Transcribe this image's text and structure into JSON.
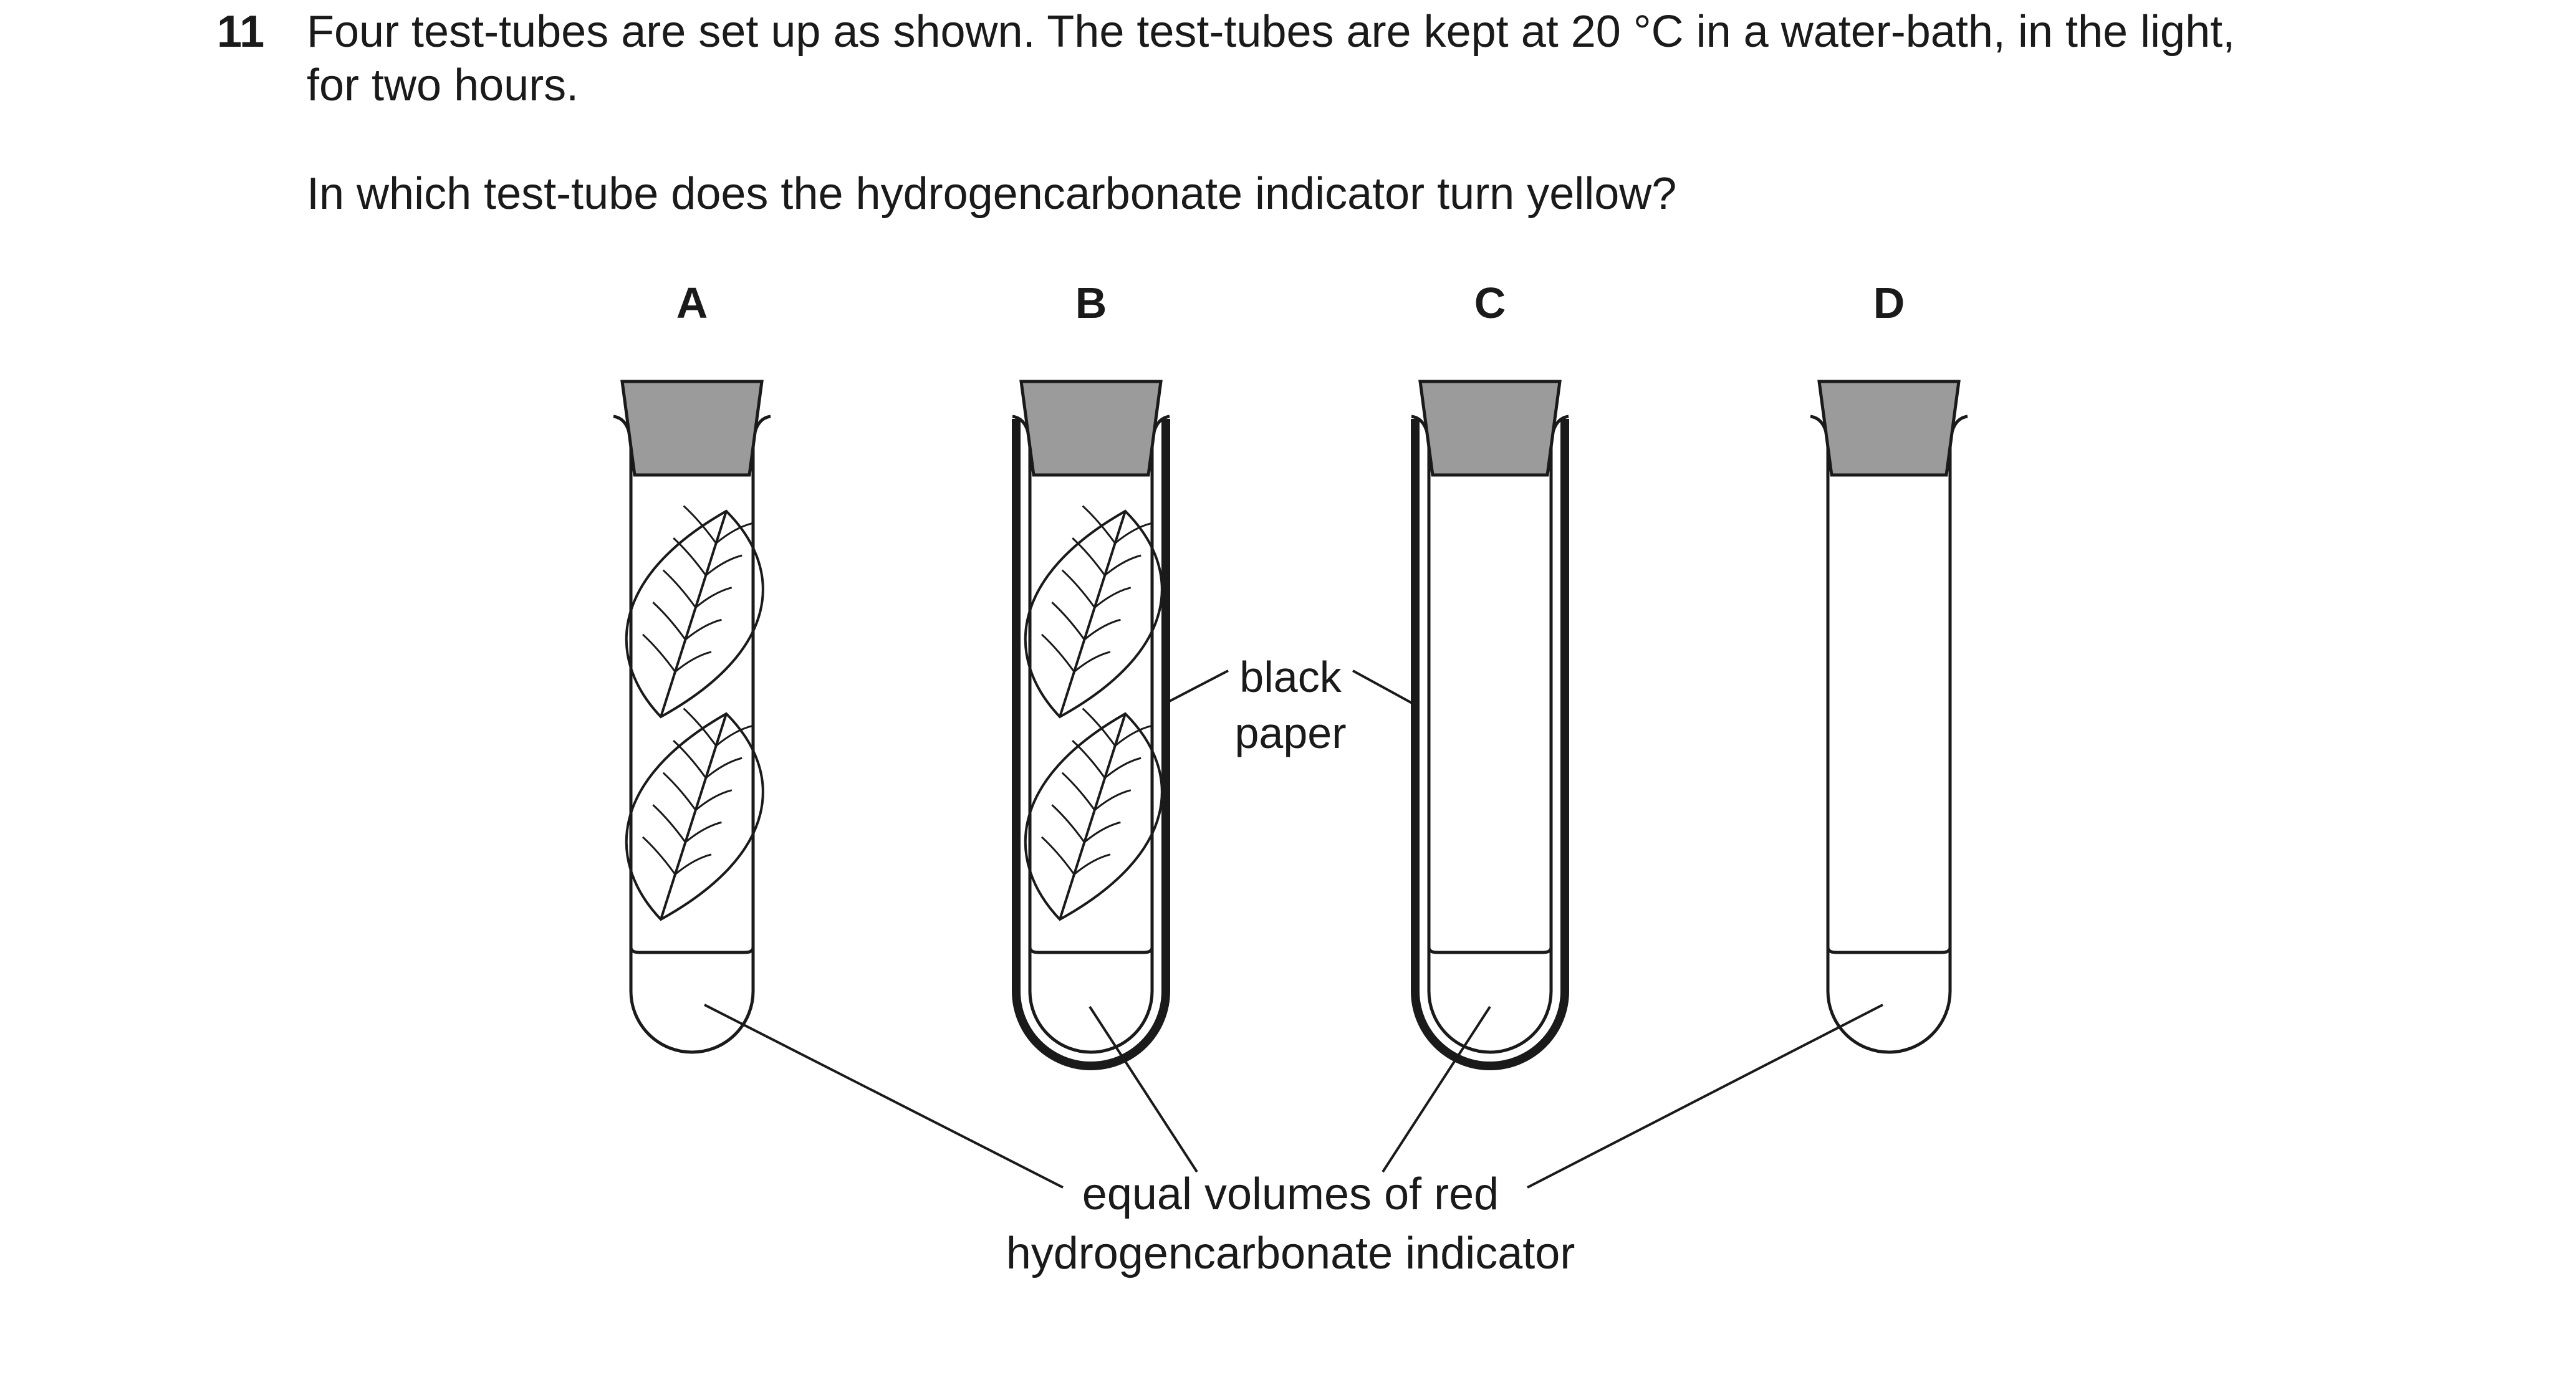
{
  "question": {
    "number": "11",
    "line1": "Four test-tubes are set up as shown. The test-tubes are kept at 20 °C in a water-bath, in the light,",
    "line2": "for two hours.",
    "prompt": "In which test-tube does the hydrogencarbonate indicator turn yellow?"
  },
  "diagram": {
    "tubes": [
      {
        "letter": "A",
        "leaves": true,
        "black_paper": false
      },
      {
        "letter": "B",
        "leaves": true,
        "black_paper": true
      },
      {
        "letter": "C",
        "leaves": false,
        "black_paper": true
      },
      {
        "letter": "D",
        "leaves": false,
        "black_paper": false
      }
    ],
    "labels": {
      "black_paper_line1": "black",
      "black_paper_line2": "paper",
      "indicator_line1": "equal volumes of red",
      "indicator_line2": "hydrogencarbonate indicator"
    },
    "colors": {
      "stopper": "#9b9b9b",
      "ink": "#1a1a1a"
    }
  }
}
